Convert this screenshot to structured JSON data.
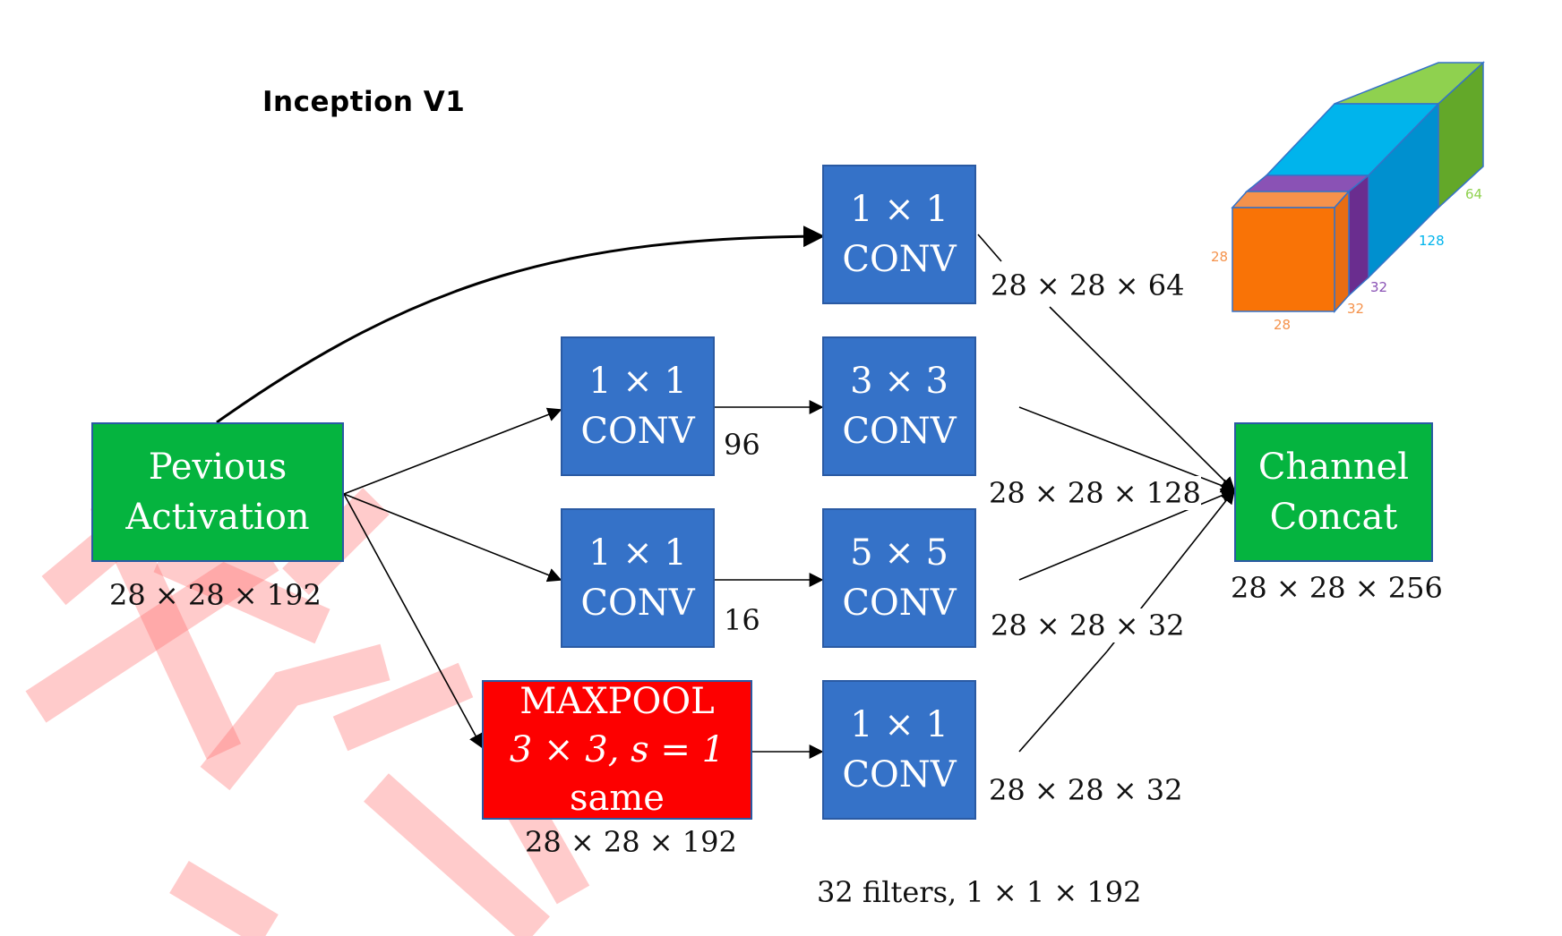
{
  "title": "Inception  V1",
  "boxes": {
    "prev_activation": [
      "Pevious",
      "Activation"
    ],
    "conv1x1_top": [
      "1 × 1",
      "CONV"
    ],
    "conv1x1_mid": [
      "1 × 1",
      "CONV"
    ],
    "conv3x3": [
      "3 × 3",
      "CONV"
    ],
    "conv1x1_low": [
      "1 × 1",
      "CONV"
    ],
    "conv5x5": [
      "5 × 5",
      "CONV"
    ],
    "maxpool": [
      "MAXPOOL",
      "3 × 3, s = 1",
      "same"
    ],
    "conv1x1_pool": [
      "1 × 1",
      "CONV"
    ],
    "channel_concat": [
      "Channel",
      "Concat"
    ]
  },
  "labels": {
    "input_dim": "28 × 28 × 192",
    "n96": "96",
    "n16": "16",
    "out64": "28 × 28 × 64",
    "out128": "28 × 28 × 128",
    "out32a": "28 × 28 × 32",
    "out32b": "28 × 28 × 32",
    "pool_dim": "28 × 28 × 192",
    "concat_dim": "28 × 28 × 256",
    "filters_note": "32 filters, 1 × 1 × 192"
  },
  "cube_labels": {
    "h28": "28",
    "w28": "28",
    "d32_orange": "32",
    "d32_purple": "32",
    "d128": "128",
    "d64": "64"
  },
  "colors": {
    "conv_blue": "#3572c8",
    "activation_green": "#05b43f",
    "maxpool_red": "#fd0000",
    "cube_orange": "#f97306",
    "cube_purple": "#6a2d8f",
    "cube_cyan": "#00b4ec",
    "cube_green": "#8fd14f",
    "watermark": "#ff6b6b"
  }
}
